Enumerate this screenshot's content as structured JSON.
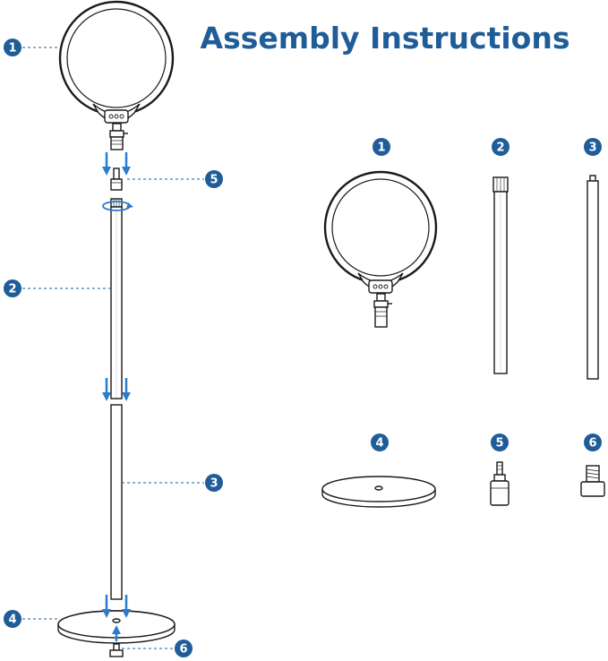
{
  "title": "Assembly Instructions",
  "colors": {
    "accent": "#1f5d98",
    "arrow": "#2a7ccc",
    "line": "#1a1a1a",
    "fill_light": "#f0f0f0"
  },
  "callouts": [
    "1",
    "2",
    "3",
    "4",
    "5",
    "6"
  ],
  "parts": [
    "1",
    "2",
    "3",
    "4",
    "5",
    "6"
  ]
}
